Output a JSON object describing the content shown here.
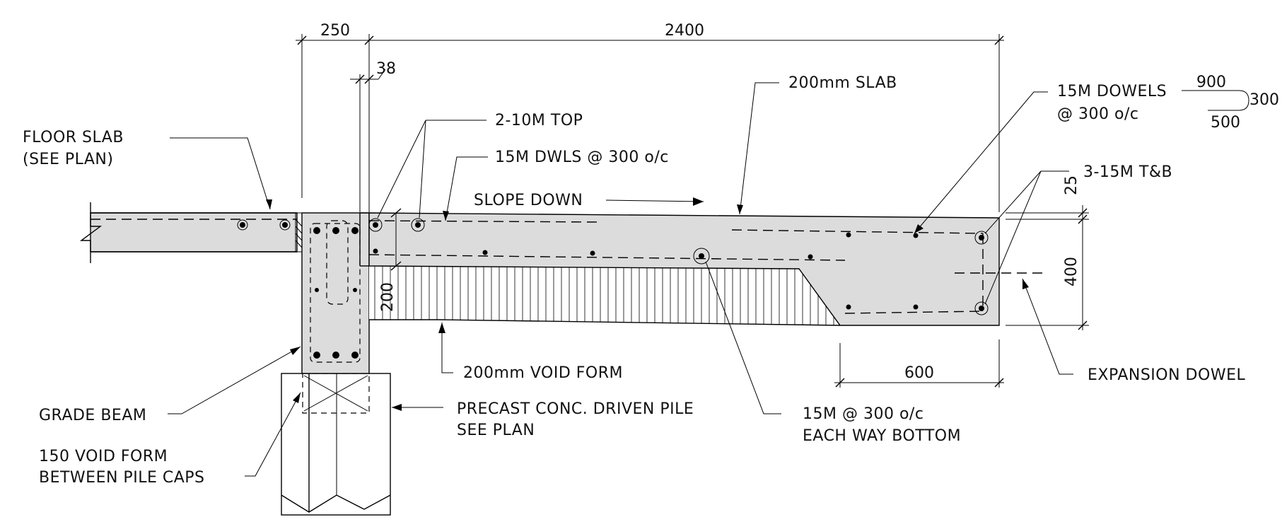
{
  "dimensions": {
    "grade_beam_width": "250",
    "slab_width": "2400",
    "gap": "38",
    "top_cover": "25",
    "edge_depth": "400",
    "void_depth": "200",
    "thickening_width": "600",
    "dowel_top_leg": "900",
    "dowel_hook": "300",
    "dowel_bottom_leg": "500"
  },
  "labels": {
    "floor_slab_1": "FLOOR SLAB",
    "floor_slab_2": "(SEE PLAN)",
    "top_bars": "2-10M TOP",
    "dowels": "15M DWLS @ 300 o/c",
    "slope": "SLOPE DOWN",
    "slab": "200mm SLAB",
    "dowels_15m_1": "15M DOWELS",
    "dowels_15m_2": "@ 300 o/c",
    "tb_bars": "3-15M T&B",
    "expansion": "EXPANSION DOWEL",
    "void_form": "200mm VOID FORM",
    "bottom_bars_1": "15M @ 300 o/c",
    "bottom_bars_2": "EACH WAY BOTTOM",
    "pile_1": "PRECAST CONC. DRIVEN PILE",
    "pile_2": "SEE PLAN",
    "grade_beam": "GRADE BEAM",
    "pile_void_1": "150 VOID FORM",
    "pile_void_2": "BETWEEN PILE CAPS"
  }
}
